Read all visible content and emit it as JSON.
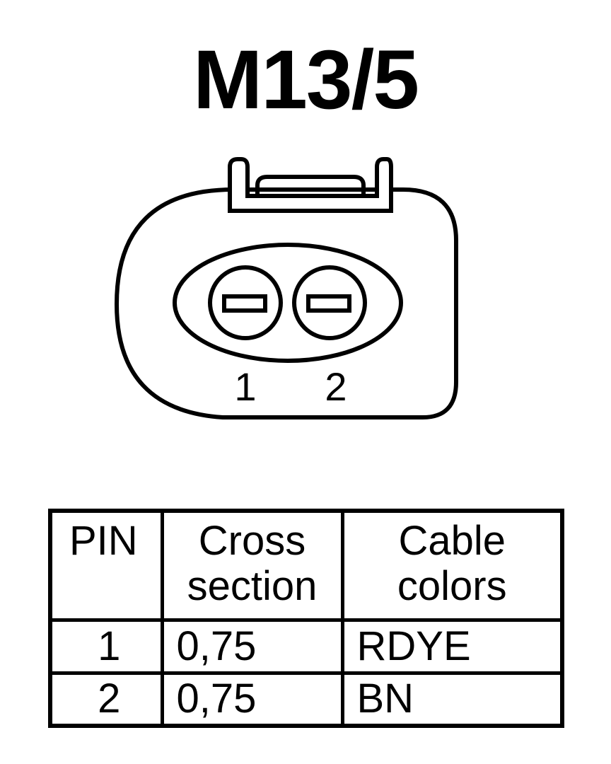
{
  "title": "M13/5",
  "connector": {
    "pin_labels": [
      "1",
      "2"
    ]
  },
  "table": {
    "headers": {
      "pin": "PIN",
      "cross_section": "Cross section",
      "cable_colors": "Cable colors"
    },
    "rows": [
      {
        "pin": "1",
        "cross_section": "0,75",
        "cable_color": "RDYE"
      },
      {
        "pin": "2",
        "cross_section": "0,75",
        "cable_color": "BN"
      }
    ]
  }
}
